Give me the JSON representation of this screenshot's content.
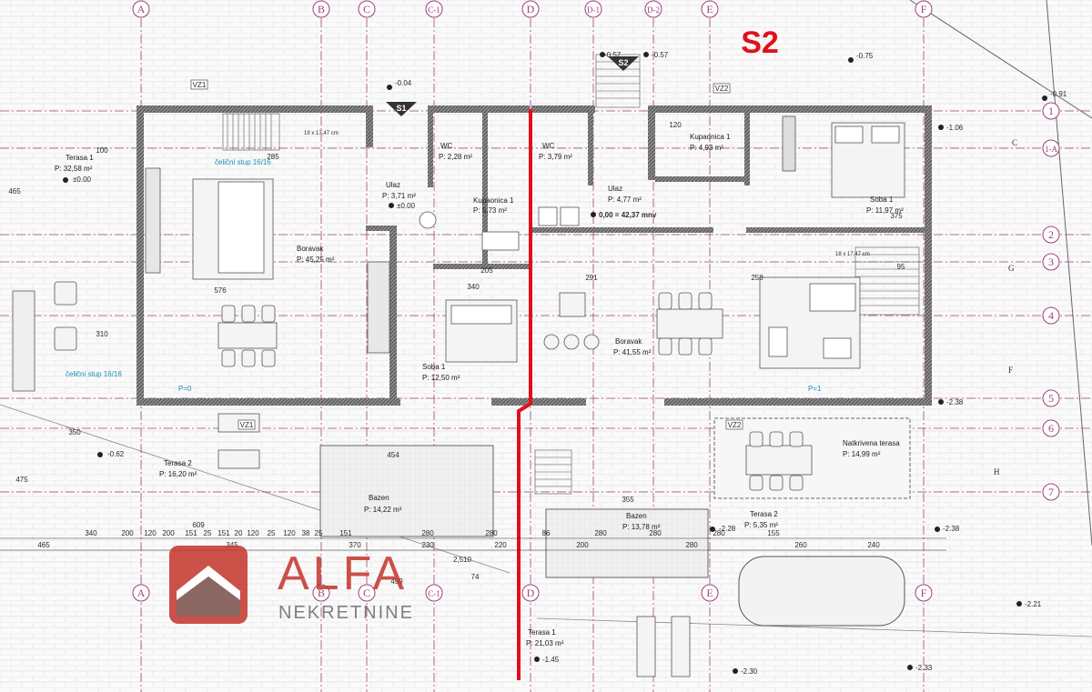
{
  "title": "S2",
  "section_markers": [
    "S1",
    "S2"
  ],
  "grid_top": [
    "A",
    "B",
    "C",
    "C-1",
    "D",
    "D-1",
    "D-2",
    "E",
    "F"
  ],
  "grid_bottom": [
    "A",
    "B",
    "C",
    "C-1",
    "D",
    "E",
    "F"
  ],
  "grid_right": [
    "1",
    "1-A",
    "2",
    "3",
    "4",
    "5",
    "6",
    "7"
  ],
  "grid_right_letters": [
    "C",
    "G",
    "F",
    "H"
  ],
  "rooms": [
    {
      "name": "Terasa 1",
      "area": "P: 32,58 m²"
    },
    {
      "name": "Boravak",
      "area": "P: 45,25 m²"
    },
    {
      "name": "WC",
      "area": "P: 2,28 m²"
    },
    {
      "name": "Ulaz",
      "area": "P: 3,71 m²"
    },
    {
      "name": "Kupaonica 1",
      "area": "P: 5,73 m²"
    },
    {
      "name": "Soba 1",
      "area": "P: 12,50 m²"
    },
    {
      "name": "Terasa 2",
      "area": "P: 16,20 m²"
    },
    {
      "name": "Bazen",
      "area": "P: 14,22 m²"
    },
    {
      "name": "WC",
      "area": "P: 3,79 m²"
    },
    {
      "name": "Ulaz",
      "area": "P: 4,77 m²"
    },
    {
      "name": "Kupaonica 1",
      "area": "P: 4,93 m²"
    },
    {
      "name": "Soba 1",
      "area": "P: 11,97 m²"
    },
    {
      "name": "Boravak",
      "area": "P: 41,55 m²"
    },
    {
      "name": "Natkrivena terasa",
      "area": "P: 14,99 m²"
    },
    {
      "name": "Bazen",
      "area": "P: 13,78 m²"
    },
    {
      "name": "Terasa 2",
      "area": "P: 5,35 m²"
    },
    {
      "name": "Terasa 1",
      "area": "P: 21,03 m²"
    }
  ],
  "levels": [
    "-0.04",
    "-0.57",
    "-0.57",
    "-0.75",
    "-0.91",
    "-1.06",
    "±0.00",
    "±0.00",
    "0,00 = 42,37 mnv",
    "-0.62",
    "-2.38",
    "-2.28",
    "-2.38",
    "-2.21",
    "-1.45",
    "-2.30",
    "-2.33"
  ],
  "column_notes": [
    "čelični stup 16/16",
    "čelični stup 16/16"
  ],
  "stair_notes": [
    "19 x 17,47 cm",
    "18 x 17,47 cm"
  ],
  "window_tags": [
    "VZ1",
    "VZ2",
    "VZ1",
    "VZ2"
  ],
  "floor_marks": [
    "P=0",
    "P=1"
  ],
  "dims": {
    "bottom_row1": [
      "340",
      "200",
      "120",
      "200",
      "151",
      "25",
      "151",
      "20",
      "120",
      "25",
      "120",
      "38",
      "25",
      "151",
      "280",
      "280",
      "86",
      "280",
      "280",
      "280",
      "155"
    ],
    "bottom_row2": [
      "465",
      "345",
      "370",
      "230",
      "220",
      "200",
      "280",
      "260",
      "240"
    ],
    "misc": [
      "454",
      "355",
      "205",
      "291",
      "285",
      "576",
      "340",
      "258",
      "375",
      "350",
      "475",
      "465",
      "310",
      "100",
      "120",
      "609",
      "2,510",
      "499",
      "74",
      "95"
    ]
  },
  "watermark": {
    "brand": "ALFA",
    "sub": "NEKRETNINE"
  },
  "colors": {
    "brand_red": "#c4342b",
    "grid_magenta": "#a0407a",
    "cyan_dims": "#1b8fb0",
    "cut_line": "#e0101a",
    "wall": "#555555"
  }
}
